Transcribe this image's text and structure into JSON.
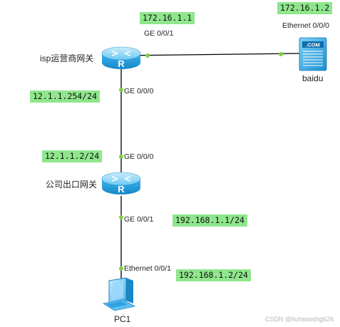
{
  "devices": {
    "isp_router": {
      "label": "isp运营商网关"
    },
    "company_router": {
      "label": "公司出口网关"
    },
    "server": {
      "label": "baidu",
      "badge": ".COM"
    },
    "pc": {
      "label": "PC1"
    }
  },
  "ip_labels": {
    "isp_ge001": "172.16.1.1",
    "server_eth": "172.16.1.2",
    "isp_ge000": "12.1.1.254/24",
    "company_ge000": "12.1.1.2/24",
    "company_ge001": "192.168.1.1/24",
    "pc_eth": "192.168.1.2/24"
  },
  "port_labels": {
    "isp_ge001": "GE 0/0/1",
    "server_eth": "Ethernet 0/0/0",
    "isp_ge000": "GE 0/0/0",
    "company_ge000": "GE 0/0/0",
    "company_ge001": "GE 0/0/1",
    "pc_eth": "Ethernet 0/0/1"
  },
  "watermark": "CSDN @liuhaoodng626",
  "colors": {
    "ip_highlight": "#8fe68c",
    "link": "#000000",
    "port_dot": "#7dd23a",
    "router_body": "#3fb4ec"
  }
}
